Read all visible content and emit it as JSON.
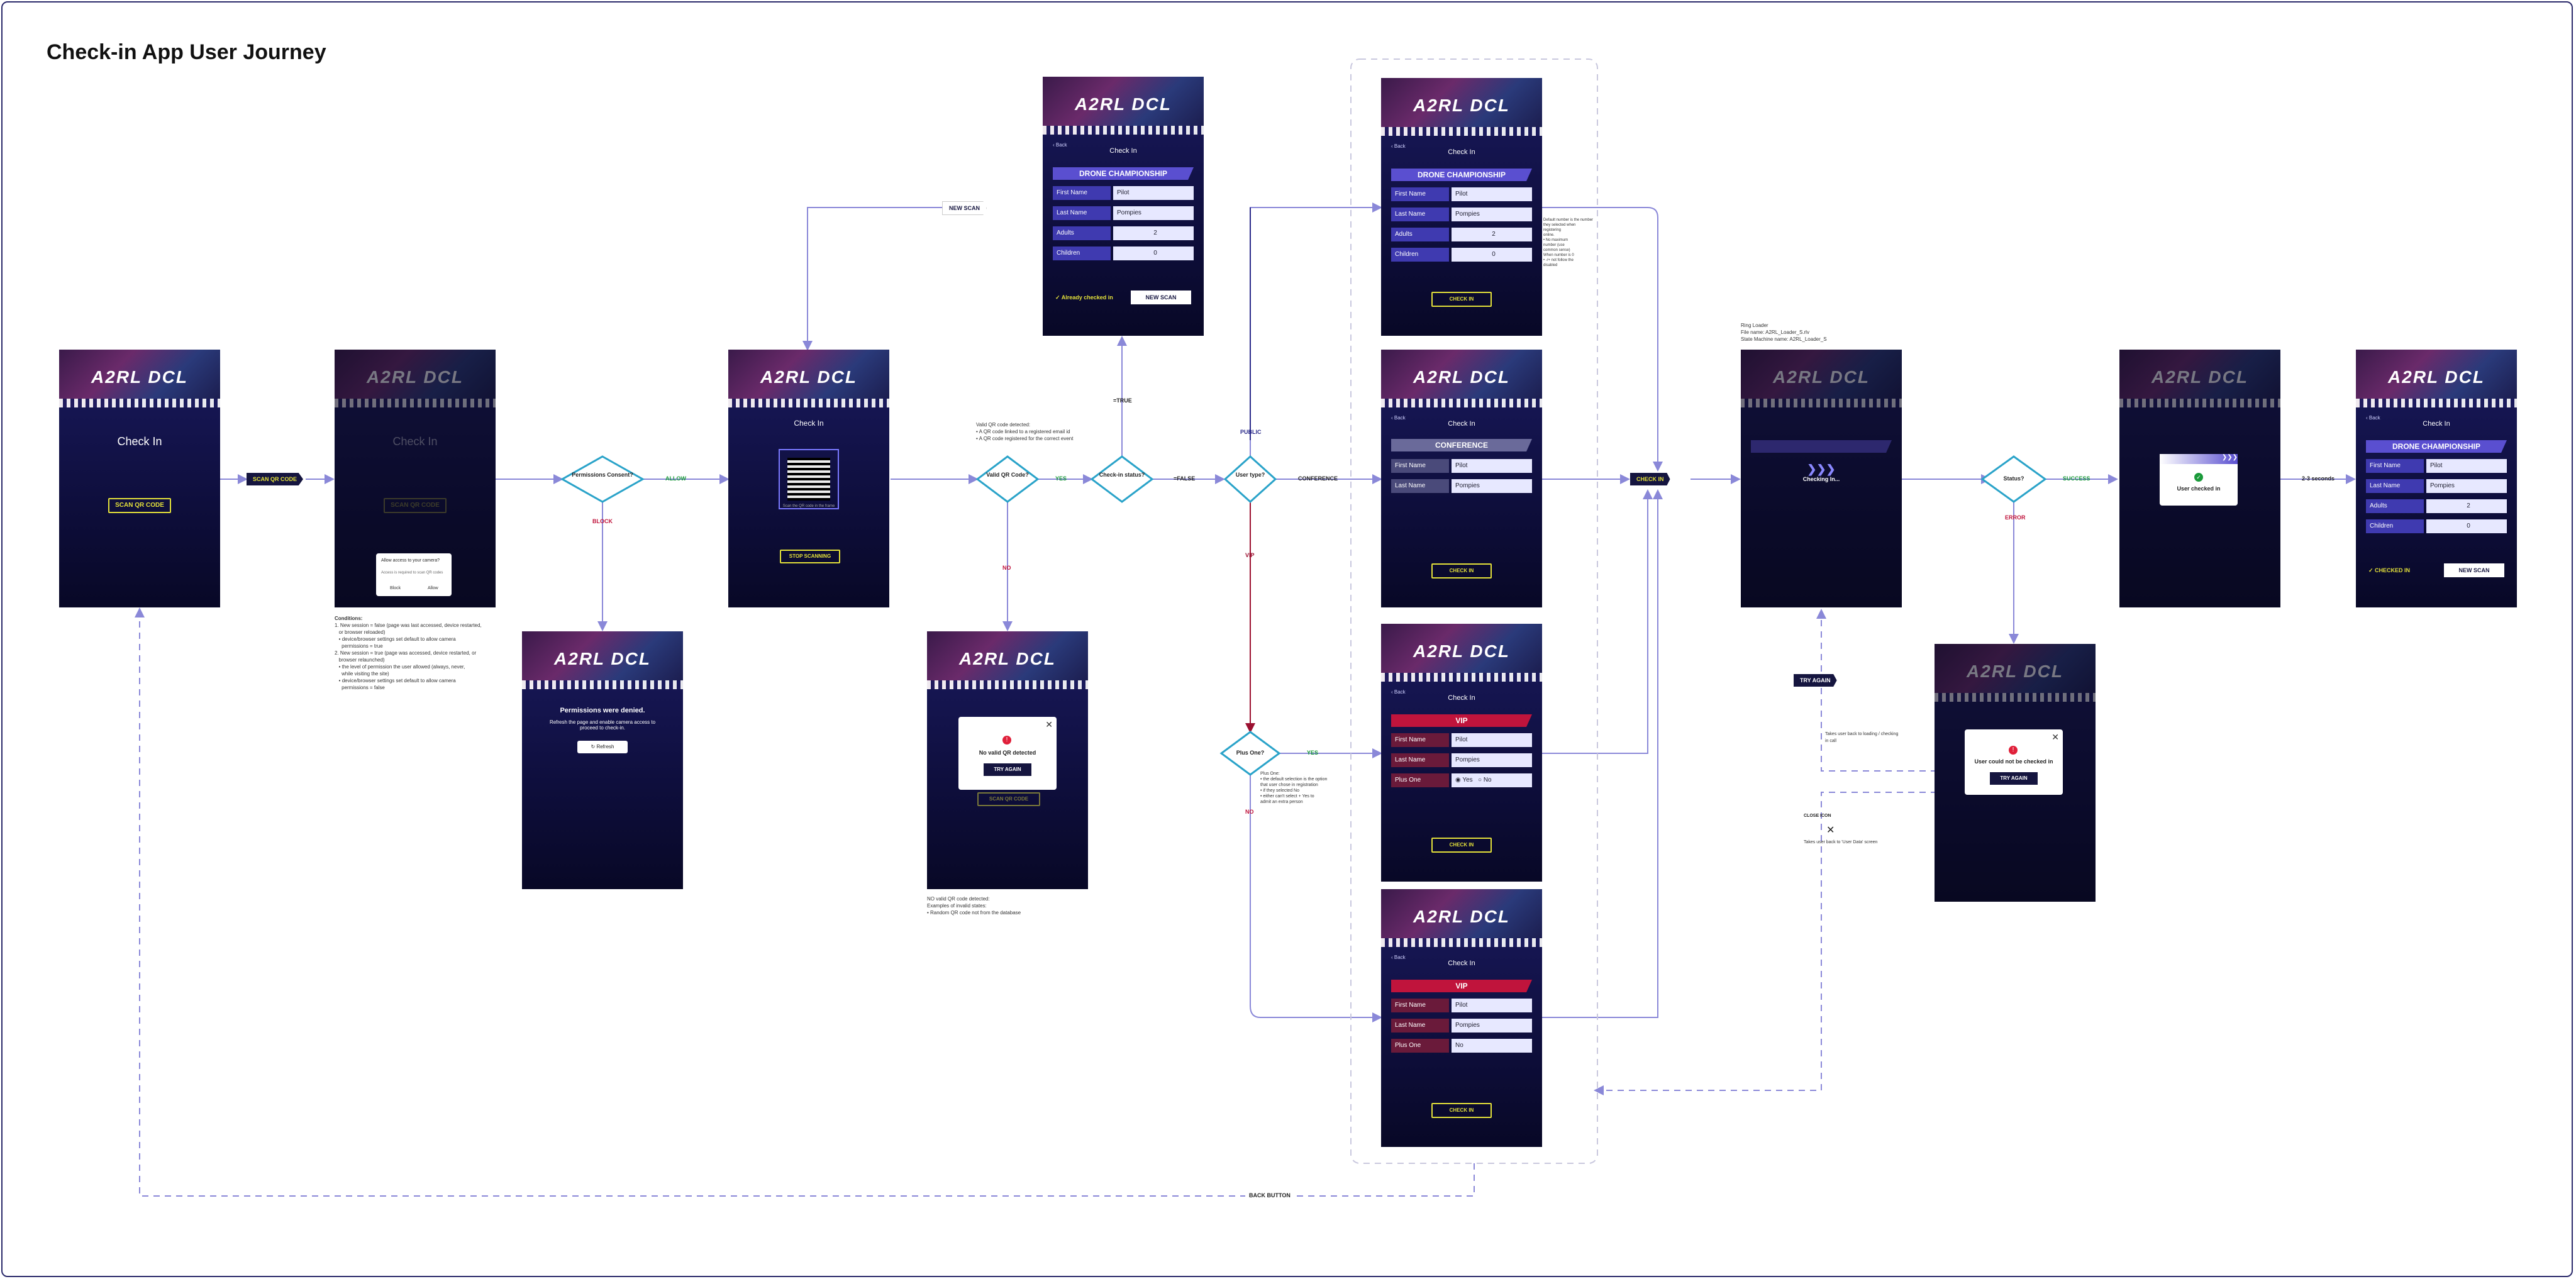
{
  "title": "Check-in App User Journey",
  "brand": {
    "logo_text": "A2RL DCL",
    "accent_yellow": "#e3e03a",
    "purple": "#5a4fd0",
    "red": "#c0143c",
    "navy": "#15153f"
  },
  "start": {
    "title": "Check In",
    "button": "SCAN QR CODE"
  },
  "scan_tag": "SCAN QR CODE",
  "permission_dialog": {
    "title": "Allow access to your camera?",
    "sub": "Access is required to scan QR codes",
    "deny": "Block",
    "allow": "Allow"
  },
  "conditions": {
    "heading": "Conditions:",
    "lines": [
      "1. New session = false (page was last accessed, device restarted,",
      "   or browser reloaded)",
      "   • device/browser settings set default to allow camera",
      "     permissions = true",
      "2. New session = true (page was accessed, device restarted, or",
      "   browser relaunched)",
      "   • the level of permission the user allowed (always, never,",
      "     while visiting the site)",
      "   • device/browser settings set default to allow camera",
      "     permissions = false"
    ]
  },
  "diamond_permissions": "Permissions Consent?",
  "allow": "ALLOW",
  "block": "BLOCK",
  "denied": {
    "message": "Permissions were denied.",
    "sub": "Refresh the page and enable camera access to proceed to check-in.",
    "button": "Refresh"
  },
  "scanner": {
    "title": "Check In",
    "hint": "Scan the QR code in the frame",
    "button": "STOP SCANNING"
  },
  "diamond_valid": "Valid QR Code?",
  "valid_note": {
    "heading": "Valid QR code detected:",
    "lines": [
      "• A QR code linked to a registered email id",
      "• A QR code registered for the correct event"
    ]
  },
  "yes": "YES",
  "no": "NO",
  "invalid": {
    "message": "No valid QR detected",
    "button": "TRY AGAIN",
    "bg_button": "SCAN QR CODE"
  },
  "invalid_note": {
    "heading": "NO valid QR code detected:",
    "lines": [
      "Examples of invalid states:",
      "• Random QR code not from the database"
    ]
  },
  "diamond_status": "Check-in status?",
  "true_label": "=TRUE",
  "false_label": "=FALSE",
  "new_scan_tag": "NEW SCAN",
  "already": {
    "title": "Check In",
    "event": "DRONE CHAMPIONSHIP",
    "first_name_label": "First Name",
    "first_name": "Pilot",
    "last_name_label": "Last Name",
    "last_name": "Pompies",
    "adults_label": "Adults",
    "adults": "2",
    "children_label": "Children",
    "children": "0",
    "status": "Already checked in",
    "button": "NEW SCAN"
  },
  "diamond_user": "User type?",
  "public": "PUBLIC",
  "conference_label": "CONFERENCE",
  "vip_label": "VIP",
  "public_form": {
    "title": "Check In",
    "event": "DRONE CHAMPIONSHIP",
    "first_name_label": "First Name",
    "first_name": "Pilot",
    "last_name_label": "Last Name",
    "last_name": "Pompies",
    "adults_label": "Adults",
    "adults": "2",
    "children_label": "Children",
    "children": "0",
    "button": "CHECK IN"
  },
  "public_note": {
    "lines": [
      "Default number is the number they selected when registering",
      "online.",
      "• No maximum",
      "  number (use",
      "  common sense)",
      "When number is 0",
      "• -/+ not follow the",
      "  disabled"
    ]
  },
  "conference_form": {
    "title": "Check In",
    "band": "CONFERENCE",
    "first_name_label": "First Name",
    "first_name": "Pilot",
    "last_name_label": "Last Name",
    "last_name": "Pompies",
    "button": "CHECK IN"
  },
  "vip_form": {
    "title": "Check In",
    "band": "VIP",
    "first_name_label": "First Name",
    "first_name": "Pilot",
    "last_name_label": "Last Name",
    "last_name": "Pompies",
    "plus_label": "Plus One",
    "yes": "Yes",
    "no": "No",
    "button": "CHECK IN"
  },
  "vip_no_form": {
    "title": "Check In",
    "band": "VIP",
    "first_name_label": "First Name",
    "first_name": "Pilot",
    "last_name_label": "Last Name",
    "last_name": "Pompies",
    "plus_label": "Plus One",
    "plus_value": "No",
    "button": "CHECK IN"
  },
  "diamond_plus": "Plus One?",
  "plus_note": {
    "heading": "Plus One:",
    "lines": [
      "• the default selection is the option",
      "  that user chose in registration",
      "• if they selected No",
      "  • either can't select + Yes to",
      "    admit an extra person"
    ]
  },
  "checkin_tag": "CHECK IN",
  "loader_note": {
    "lines": [
      "Ring Loader",
      "File name: A2RL_Loader_S.rlv",
      "State Machine name: A2RL_Loader_S"
    ]
  },
  "checking": {
    "text": "Checking In..."
  },
  "diamond_result": "Status?",
  "success": "SUCCESS",
  "error": "ERROR",
  "checked_modal": {
    "text": "User checked in"
  },
  "seconds": "2-3 seconds",
  "error_modal": {
    "text": "User could not be checked in",
    "button": "TRY AGAIN"
  },
  "try_again_tag": "TRY AGAIN",
  "try_again_note": "Takes user back to loading / checking in call",
  "close_label": "CLOSE ICON",
  "close_note": "Takes user back to 'User Data' screen",
  "final": {
    "title": "Check In",
    "event": "DRONE CHAMPIONSHIP",
    "first_name_label": "First Name",
    "first_name": "Pilot",
    "last_name_label": "Last Name",
    "last_name": "Pompies",
    "adults_label": "Adults",
    "adults": "2",
    "children_label": "Children",
    "children": "0",
    "status": "CHECKED IN",
    "button": "NEW SCAN"
  },
  "back_button_label": "BACK BUTTON"
}
